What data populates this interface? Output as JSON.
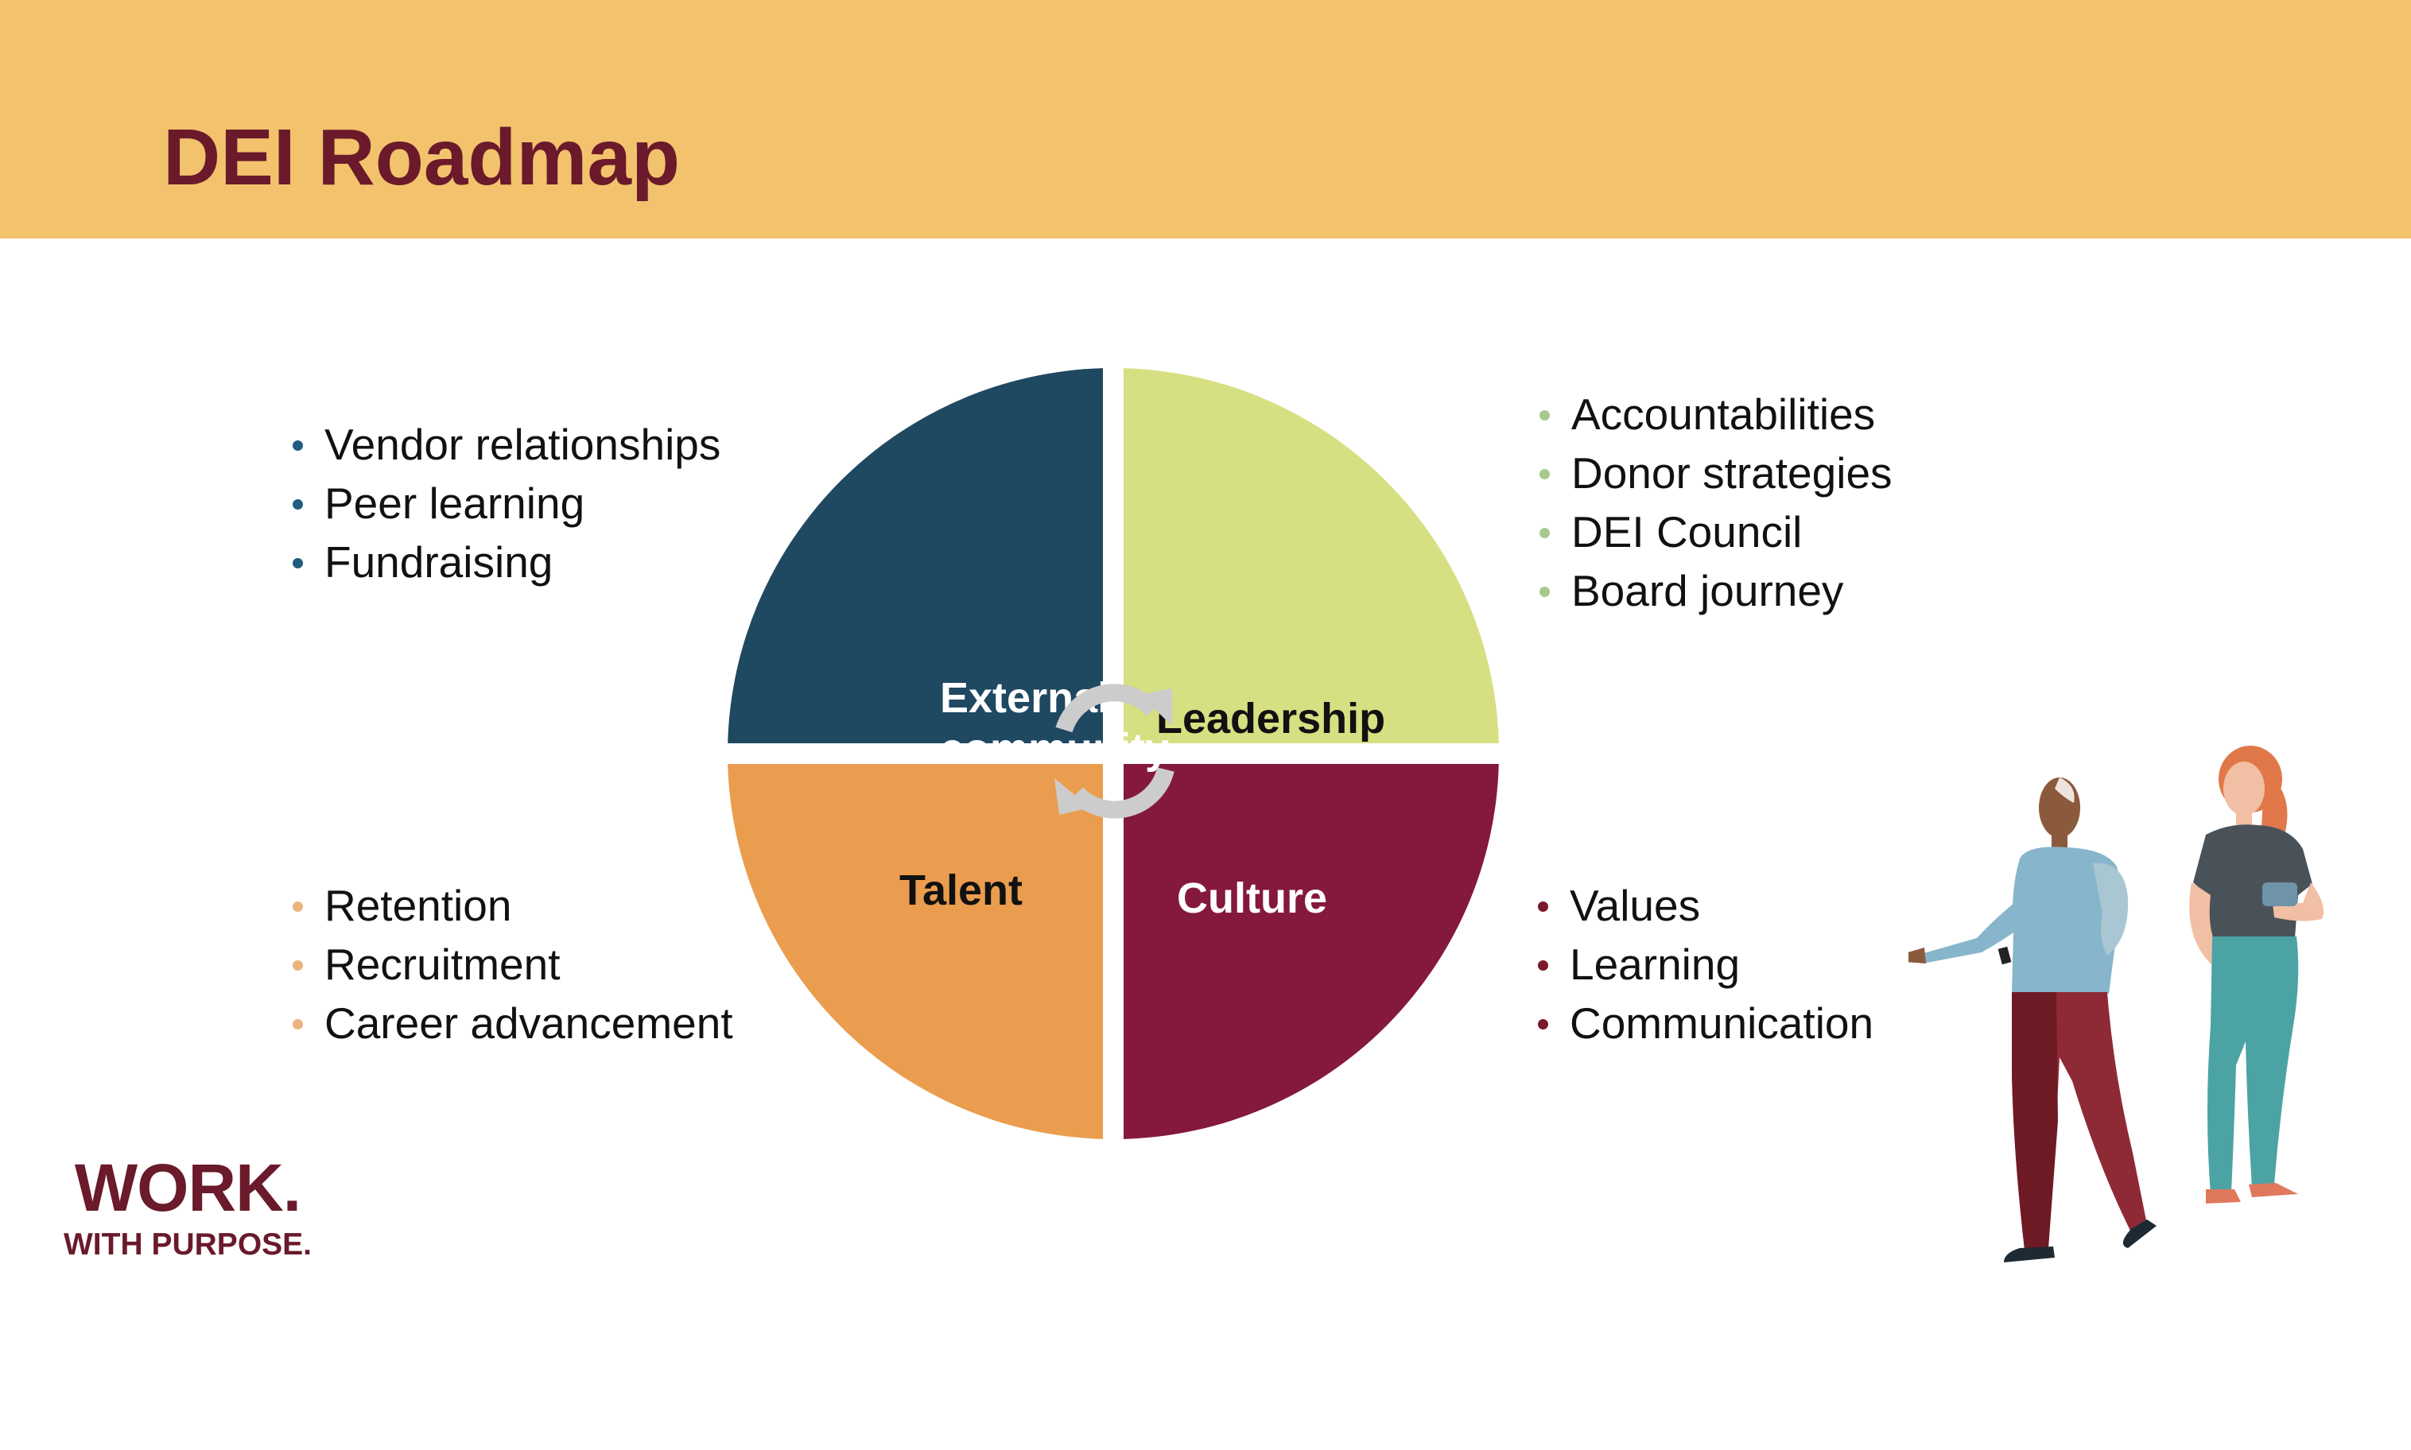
{
  "slide": {
    "title": "DEI Roadmap"
  },
  "colors": {
    "header_band": "#F3C26D",
    "title": "#6A1A2A",
    "external_community": "#1F4861",
    "leadership": "#D6DF82",
    "talent": "#EA9D4E",
    "culture": "#84193B",
    "bullet_teal": "#1F5C80",
    "bullet_sage": "#A8C98E",
    "bullet_peach": "#EDB37C",
    "bullet_maroon": "#7A1A2A",
    "cycle_arrow": "#CCCCCC",
    "logo": "#6A1A2A"
  },
  "diagram": {
    "quadrants": [
      {
        "name": "External community",
        "lines": [
          "External",
          "community"
        ],
        "position": "top-left",
        "label_color": "#FFFFFF"
      },
      {
        "name": "Leadership",
        "lines": [
          "Leadership"
        ],
        "position": "top-right",
        "label_color": "#111111"
      },
      {
        "name": "Talent",
        "lines": [
          "Talent"
        ],
        "position": "bottom-left",
        "label_color": "#111111"
      },
      {
        "name": "Culture",
        "lines": [
          "Culture"
        ],
        "position": "bottom-right",
        "label_color": "#FFFFFF"
      }
    ],
    "center_icon": "cycle-arrows-icon"
  },
  "lists": {
    "external_community": [
      "Vendor relationships",
      "Peer learning",
      "Fundraising"
    ],
    "leadership": [
      "Accountabilities",
      "Donor strategies",
      "DEI Council",
      "Board journey"
    ],
    "talent": [
      "Retention",
      "Recruitment",
      "Career advancement"
    ],
    "culture": [
      "Values",
      "Learning",
      "Communication"
    ]
  },
  "logo": {
    "word": "WORK.",
    "tagline": "WITH PURPOSE."
  },
  "illustration": {
    "icon": "two-people-talking-illustration"
  }
}
